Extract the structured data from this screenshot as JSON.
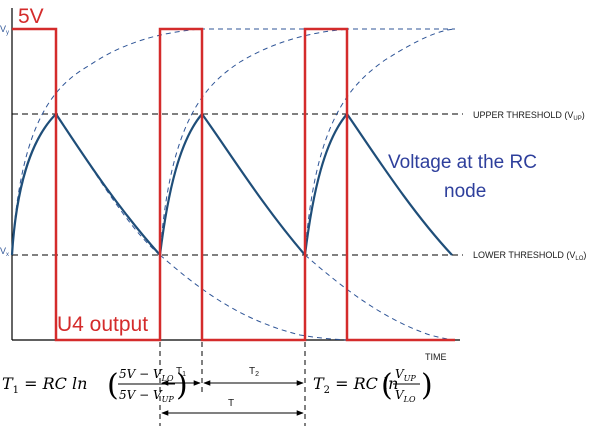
{
  "labels": {
    "five_v": "5V",
    "vy": "V",
    "vy_sub": "y",
    "vx": "V",
    "vx_sub": "x",
    "upper_threshold": "UPPER THRESHOLD (V",
    "upper_sub": "UP",
    "upper_close": ")",
    "lower_threshold": "LOWER THRESHOLD (V",
    "lower_sub": "LO",
    "lower_close": ")",
    "rc_node_line1": "Voltage at the RC",
    "rc_node_line2": "node",
    "u4_output": "U4 output",
    "time": "TIME",
    "t1": "T",
    "t1_sub": "1",
    "t2": "T",
    "t2_sub": "2",
    "t": "T"
  },
  "equations": {
    "eq1_lhs": "T",
    "eq1_lhs_sub": "1",
    "eq1_mid": " = RC ln",
    "eq1_num": "5V − V",
    "eq1_num_sub": "LO",
    "eq1_den": "5V − V",
    "eq1_den_sub": "UP",
    "eq2_lhs": "T",
    "eq2_lhs_sub": "2",
    "eq2_mid": " = RC ln",
    "eq2_num": "V",
    "eq2_num_sub": "UP",
    "eq2_den": "V",
    "eq2_den_sub": "LO"
  },
  "colors": {
    "square_wave": "#d42b2b",
    "rc_curve": "#1f4e79",
    "dashed_curve": "#2f5597",
    "threshold": "#000000",
    "rc_label": "#2e3f9c"
  }
}
